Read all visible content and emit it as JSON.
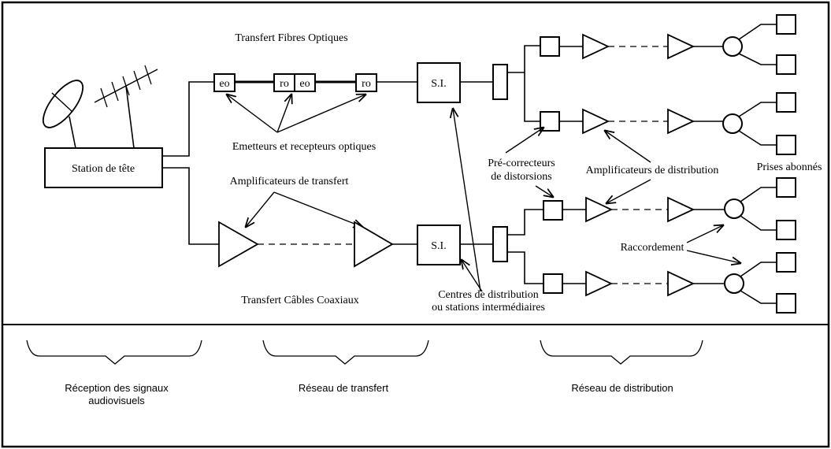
{
  "labels": {
    "fibre_title": "Transfert Fibres Optiques",
    "coax_title": "Transfert Câbles Coaxiaux",
    "headend": "Station de tête",
    "optical_tx_rx": "Emetteurs et recepteurs optiques",
    "transfer_amps": "Amplificateurs de transfert",
    "si": "S.I.",
    "eo": "eo",
    "ro": "ro",
    "precorrectors_1": "Pré-correcteurs",
    "precorrectors_2": "de distorsions",
    "distribution_amps": "Amplificateurs de distribution",
    "subscriber_outlets": "Prises abonnés",
    "connection": "Raccordement",
    "centres_1": "Centres de distribution",
    "centres_2": "ou stations intermédiaires"
  },
  "sections": {
    "reception_1": "Réception des signaux",
    "reception_2": "audiovisuels",
    "transfer_network": "Réseau de transfert",
    "distribution_network": "Réseau de distribution"
  }
}
